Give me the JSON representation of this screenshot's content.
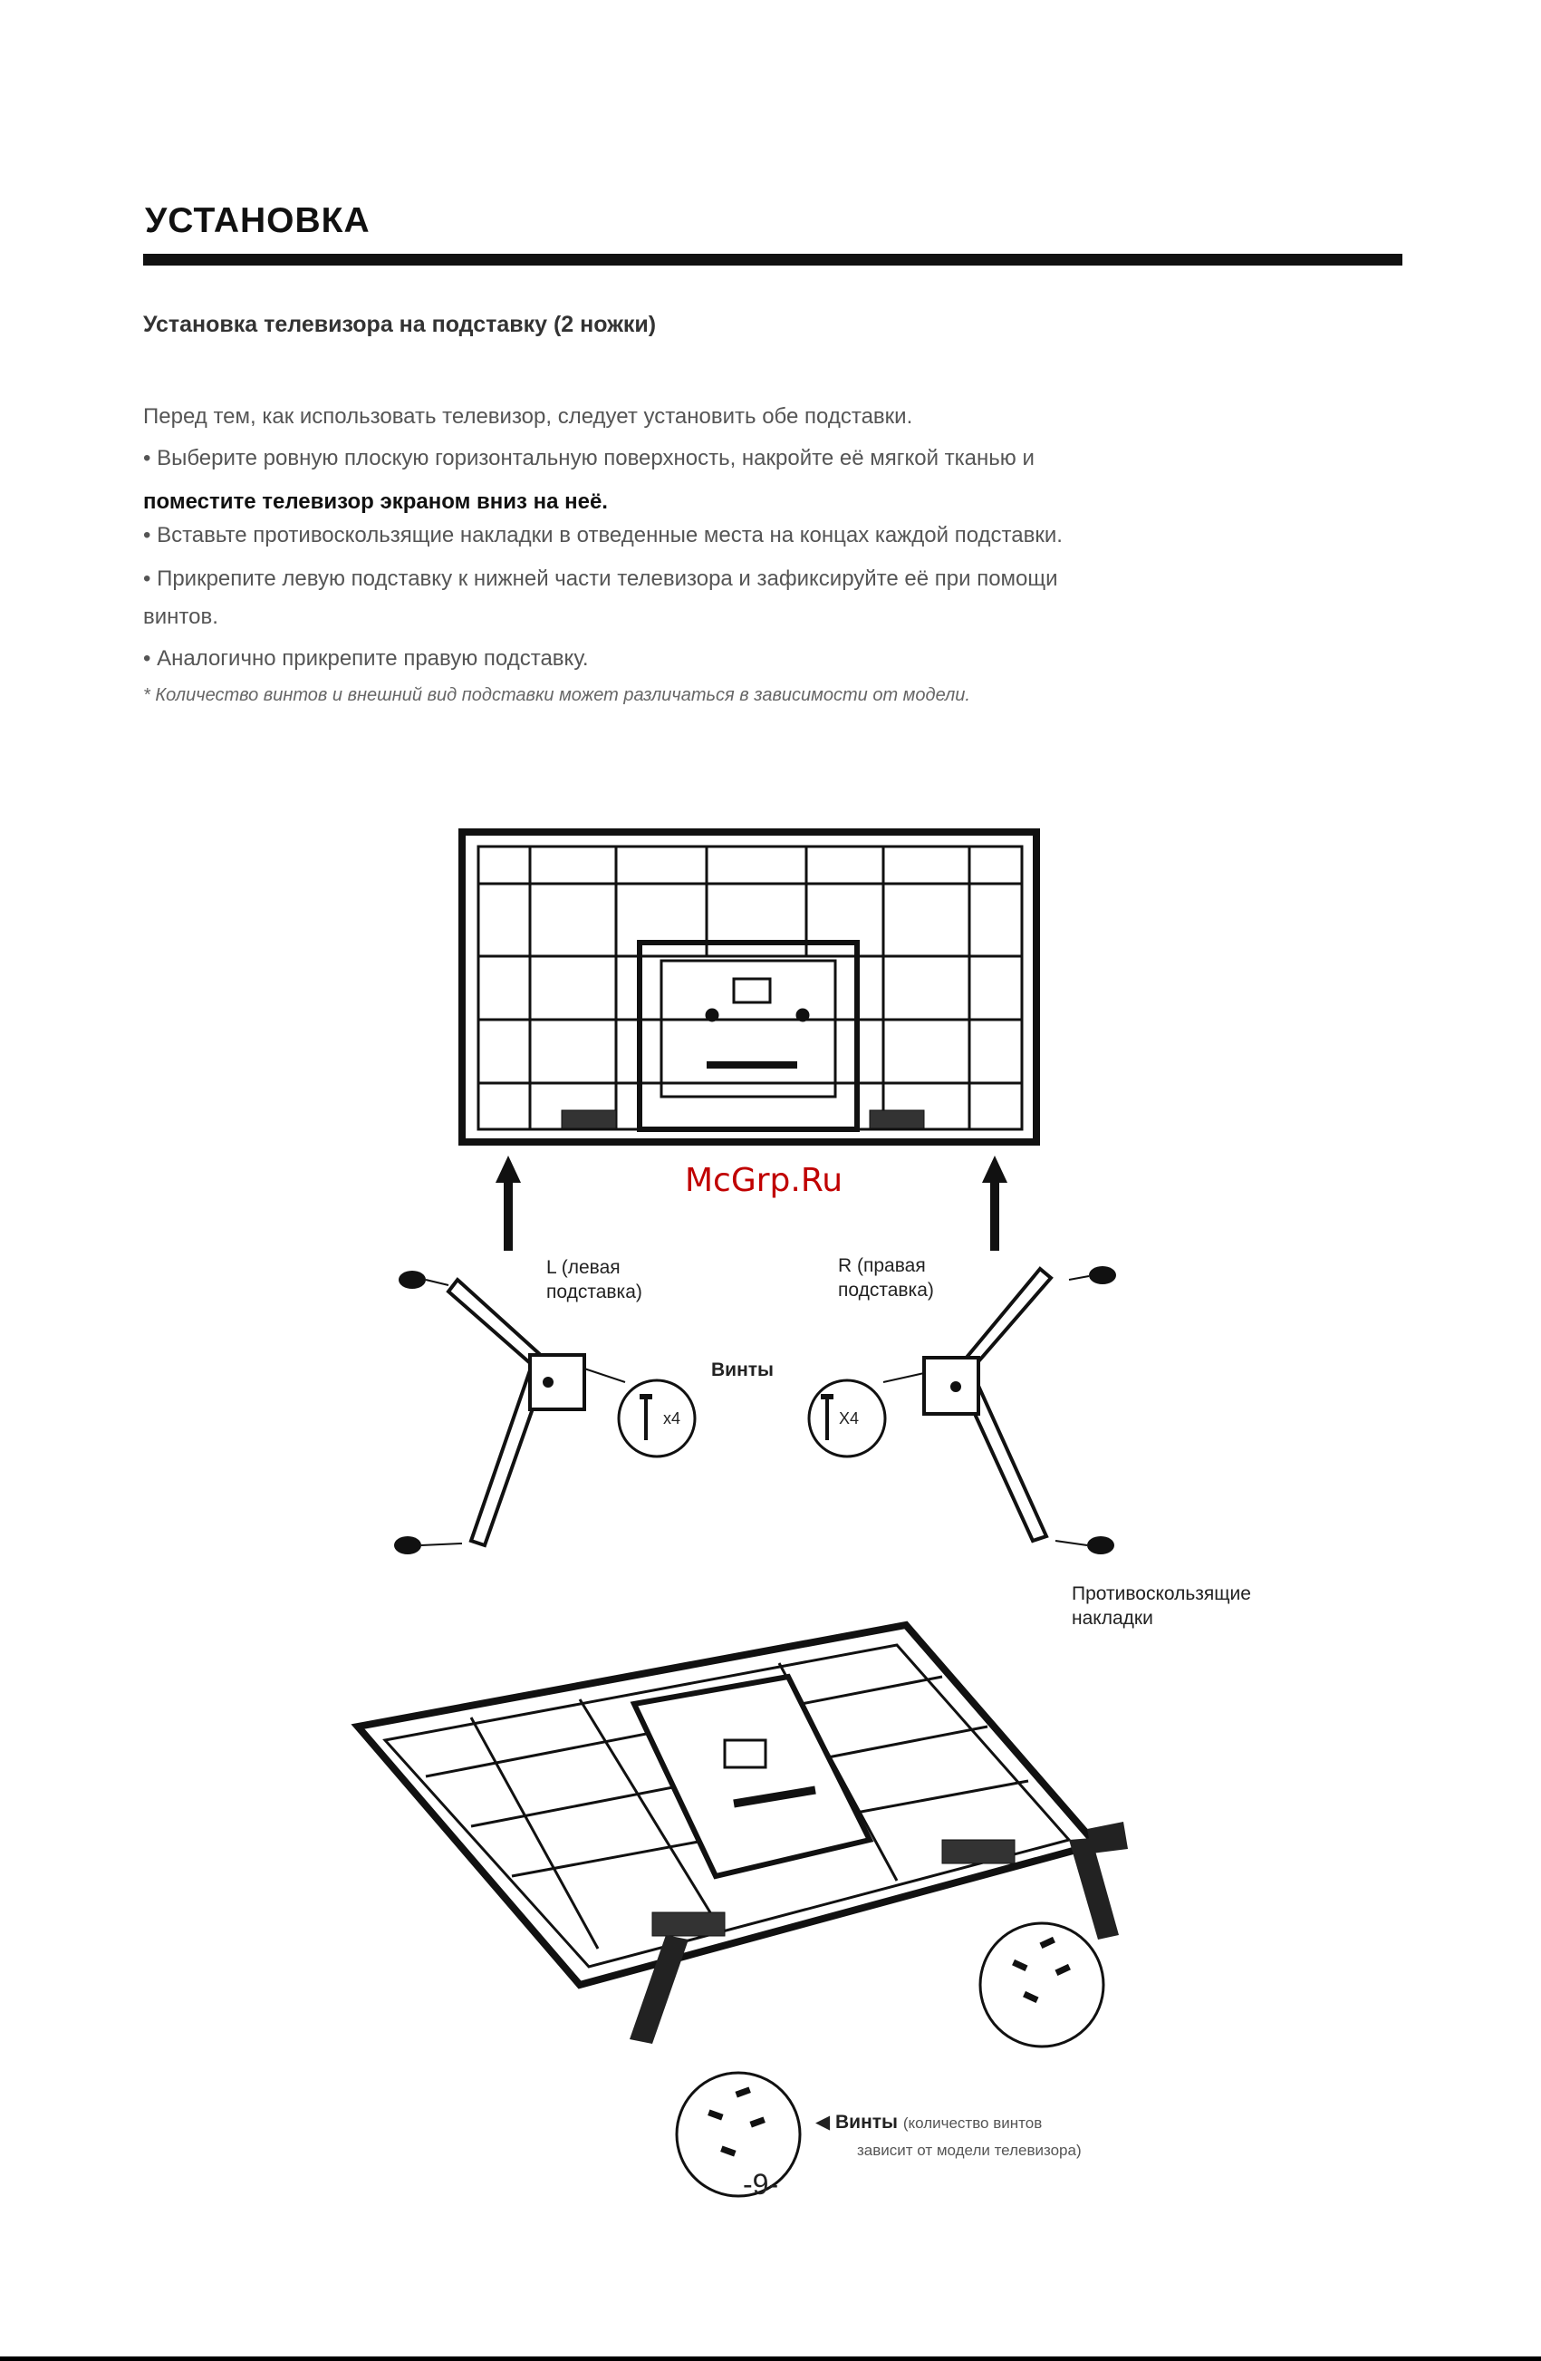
{
  "title": "УСТАНОВКА",
  "heading": "Установка телевизора на подставку (2 ножки)",
  "body": {
    "intro": "Перед тем, как использовать телевизор, следует установить обе подставки.",
    "step1": "• Выберите ровную плоскую горизонтальную поверхность, накройте её мягкой тканью и",
    "step1_bold": "поместите телевизор экраном вниз на неё.",
    "step2": "• Вставьте противоскользящие накладки в отведенные места на концах каждой подставки.",
    "step3a": "• Прикрепите левую подставку к нижней части телевизора и зафиксируйте её при помощи",
    "step3b": "винтов.",
    "step4": "• Аналогично прикрепите правую подставку.",
    "note": "* Количество винтов и внешний вид подставки может различаться в зависимости от модели."
  },
  "watermark": "McGrp.Ru",
  "figure": {
    "left_stand_label_1": "L (левая",
    "left_stand_label_2": "подставка)",
    "right_stand_label_1": "R (правая",
    "right_stand_label_2": "подставка)",
    "screws_label": "Винты",
    "screw_count_left": "x4",
    "screw_count_right": "X4",
    "pads_label_1": "Противоскользящие",
    "pads_label_2": "накладки",
    "bottom_screws_bold": "Винты",
    "bottom_screws_note_1": "(количество винтов",
    "bottom_screws_note_2": "зависит от модели телевизора)",
    "arrow_glyph": "◀"
  },
  "page_number": "-9-"
}
